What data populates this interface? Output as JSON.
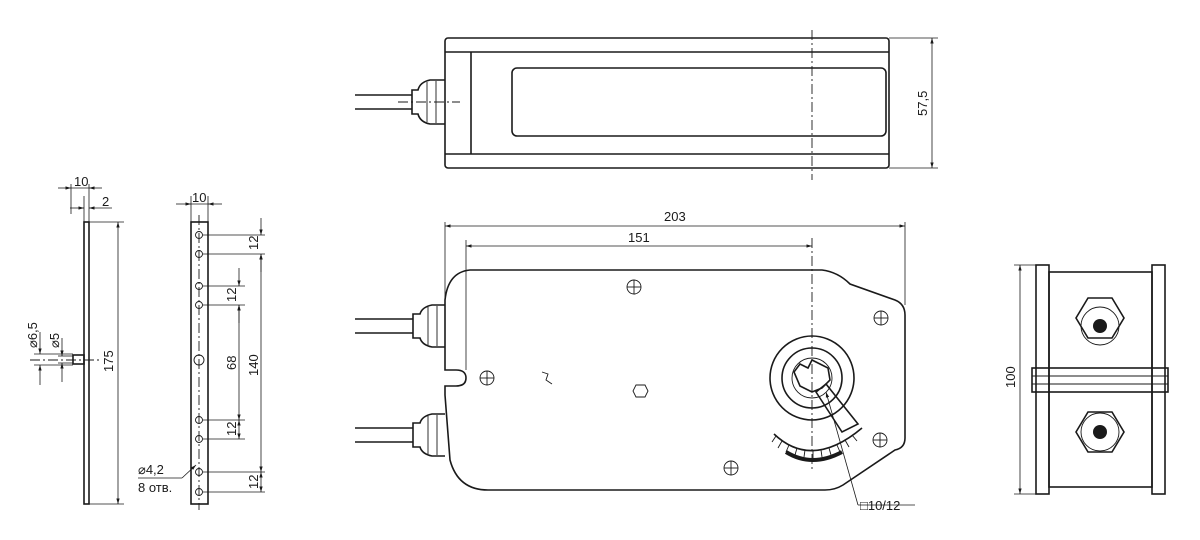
{
  "dimensions": {
    "top_height": "57,5",
    "length_overall": "203",
    "length_to_shaft": "151",
    "square_shaft": "□10/12",
    "side_height": "100",
    "bracket_width": "10",
    "bracket_thickness": "2",
    "bracket_height": "175",
    "pin_d1": "⌀6,5",
    "pin_d2": "⌀5",
    "plate_width": "10",
    "spacing_a": "12",
    "spacing_b": "12",
    "spacing_c": "12",
    "spacing_d": "12",
    "spacing_mid": "68",
    "spacing_total": "140",
    "holes_dia": "⌀4,2",
    "holes_count": "8 отв."
  },
  "colors": {
    "line": "#1a1a1a",
    "background": "#ffffff"
  }
}
